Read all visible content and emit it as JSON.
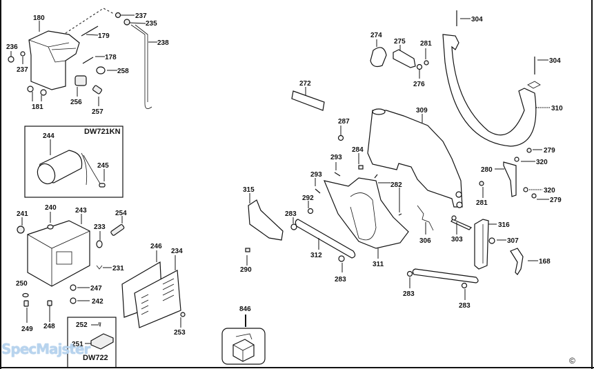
{
  "diagram": {
    "type": "exploded parts diagram",
    "watermark": "SpecMajster",
    "copyright_symbol": "©",
    "group_boxes": {
      "dw721kn": "DW721KN",
      "dw722": "DW722"
    },
    "part_labels": {
      "p180": "180",
      "p179": "179",
      "p178": "178",
      "p237a": "237",
      "p235": "235",
      "p238": "238",
      "p236": "236",
      "p237b": "237",
      "p181": "181",
      "p256": "256",
      "p258": "258",
      "p257": "257",
      "p244": "244",
      "p245": "245",
      "p241": "241",
      "p240": "240",
      "p243": "243",
      "p254": "254",
      "p233": "233",
      "p231": "231",
      "p250": "250",
      "p247": "247",
      "p242": "242",
      "p249": "249",
      "p248": "248",
      "p252": "252",
      "p251": "251",
      "p246": "246",
      "p234": "234",
      "p253": "253",
      "p846": "846",
      "p272": "272",
      "p287": "287",
      "p284": "284",
      "p293a": "293",
      "p293b": "293",
      "p292": "292",
      "p315": "315",
      "p290": "290",
      "p283a": "283",
      "p312": "312",
      "p283b": "283",
      "p311": "311",
      "p282": "282",
      "p306": "306",
      "p303": "303",
      "p316": "316",
      "p307": "307",
      "p168": "168",
      "p283c": "283",
      "p283d": "283",
      "p309": "309",
      "p274": "274",
      "p275": "275",
      "p281a": "281",
      "p276": "276",
      "p304a": "304",
      "p304b": "304",
      "p310": "310",
      "p279a": "279",
      "p320a": "320",
      "p280": "280",
      "p281b": "281",
      "p320b": "320",
      "p279b": "279"
    }
  }
}
